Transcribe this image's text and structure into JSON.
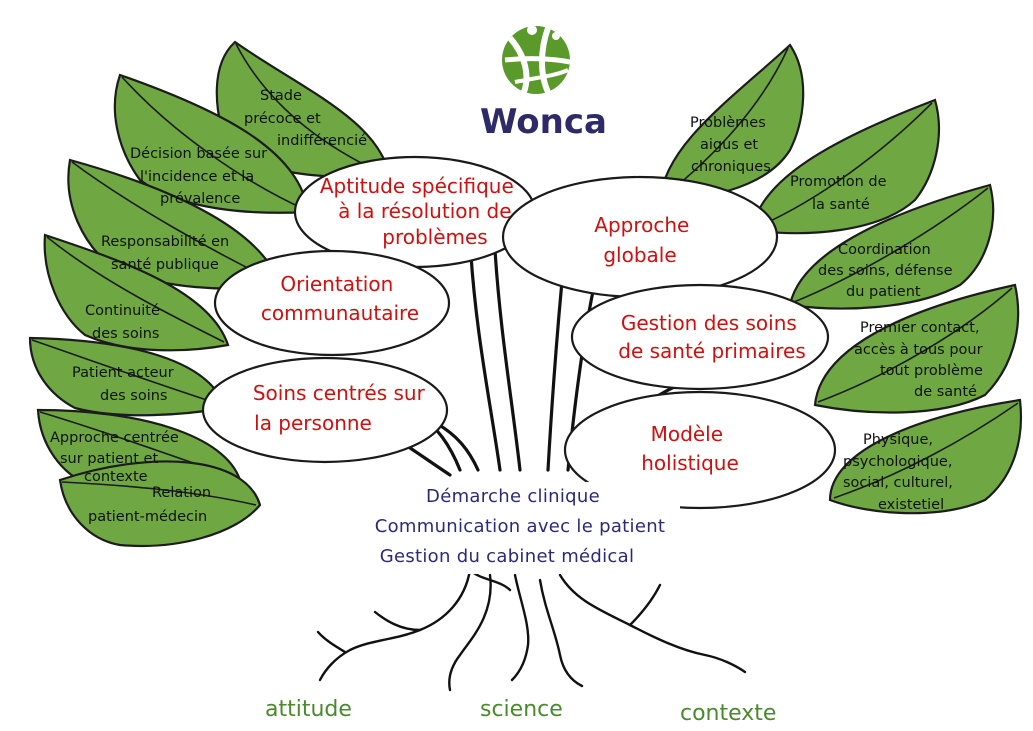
{
  "logo": {
    "text": "Wonca",
    "brand_green": "#5a9a2b",
    "brand_navy": "#2e2a6a"
  },
  "colors": {
    "leaf_fill": "#6fa843",
    "ellipse_text": "#cc1111",
    "center_text": "#2a2a7a",
    "base_text": "#4b8a2c"
  },
  "leaves_left": [
    {
      "lines": [
        "Stade",
        "précoce et",
        "indifférencié"
      ]
    },
    {
      "lines": [
        "Décision basée sur",
        "l'incidence et la",
        "prévalence"
      ]
    },
    {
      "lines": [
        "Responsabilité en",
        "santé publique"
      ]
    },
    {
      "lines": [
        "Continuité",
        "des soins"
      ]
    },
    {
      "lines": [
        "Patient acteur",
        "des soins"
      ]
    },
    {
      "lines": [
        "Approche centrée",
        "sur patient et",
        "contexte"
      ]
    },
    {
      "lines": [
        "Relation",
        "patient-médecin"
      ]
    }
  ],
  "leaves_right": [
    {
      "lines": [
        "Problèmes",
        "aigus et",
        "chroniques"
      ]
    },
    {
      "lines": [
        "Promotion de",
        "la santé"
      ]
    },
    {
      "lines": [
        "Coordination",
        "des soins, défense",
        "du patient"
      ]
    },
    {
      "lines": [
        "Premier contact,",
        "accès à tous pour",
        "tout problème",
        "de santé"
      ]
    },
    {
      "lines": [
        "Physique,",
        "psychologique,",
        "social, culturel,",
        "existetiel"
      ]
    }
  ],
  "competencies": [
    {
      "lines": [
        "Aptitude spécifique",
        "à la résolution de",
        "problèmes"
      ]
    },
    {
      "lines": [
        "Orientation",
        "communautaire"
      ]
    },
    {
      "lines": [
        "Soins centrés sur",
        "la personne"
      ]
    },
    {
      "lines": [
        "Approche",
        "globale"
      ]
    },
    {
      "lines": [
        "Gestion des soins",
        "de santé primaires"
      ]
    },
    {
      "lines": [
        "Modèle",
        "holistique"
      ]
    }
  ],
  "center": [
    "Démarche clinique",
    "Communication avec le patient",
    "Gestion du cabinet médical"
  ],
  "base": [
    "attitude",
    "science",
    "contexte"
  ]
}
